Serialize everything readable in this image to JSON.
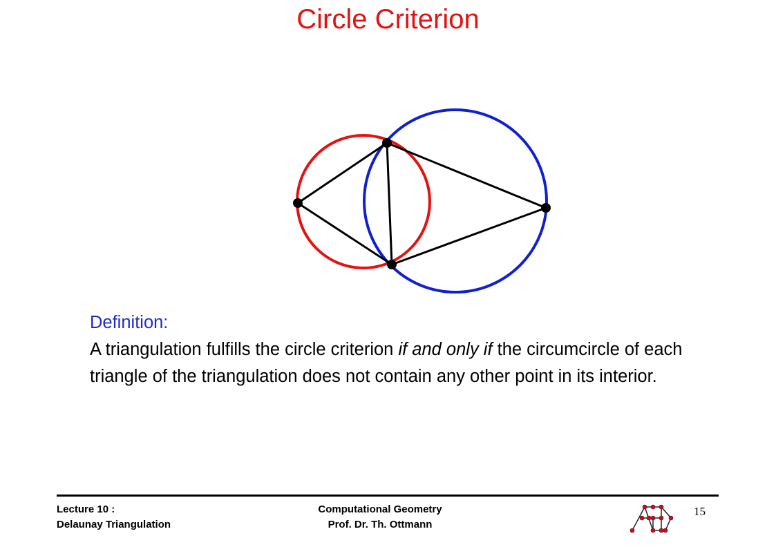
{
  "slide": {
    "title": "Circle Criterion",
    "definition": {
      "heading": "Definition:",
      "body_before": "A triangulation fulfills the circle criterion ",
      "body_emphasis": "if and only if",
      "body_after": "  the circumcircle of each triangle of the triangulation does not contain any  other point in its interior."
    }
  },
  "footer": {
    "left_line1": "Lecture 10 :",
    "left_line2": "Delaunay Triangulation",
    "center_line1": "Computational Geometry",
    "center_line2": "Prof. Dr. Th. Ottmann",
    "page_number": "15"
  },
  "colors": {
    "title": "#e31212",
    "definition_heading": "#1f2bc6",
    "red_circle": "#e31212",
    "blue_circle": "#1020d0",
    "logo_node": "#c0102a"
  }
}
